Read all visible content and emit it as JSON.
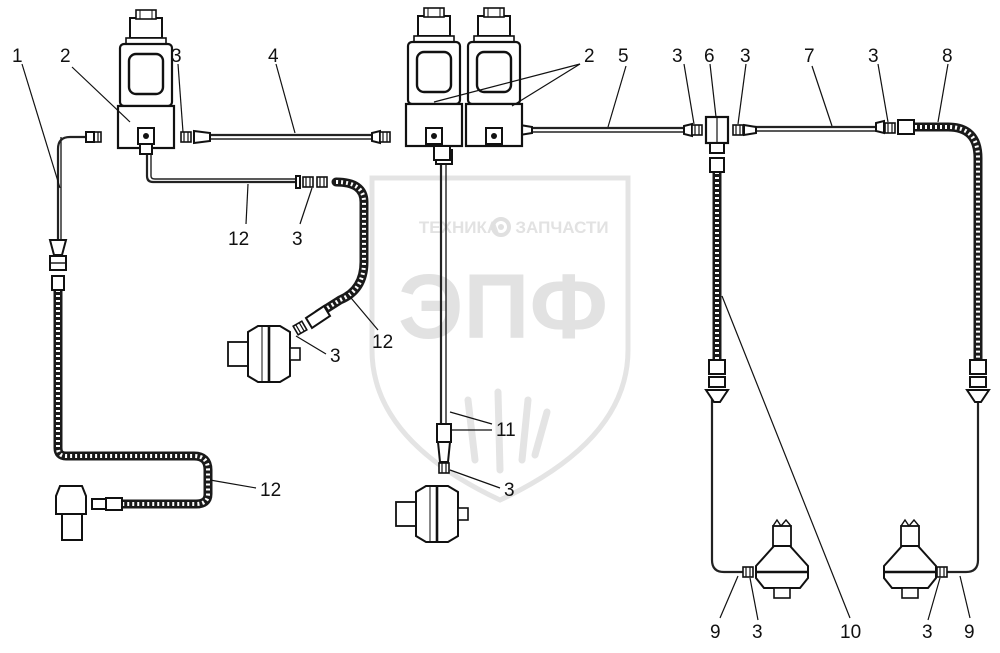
{
  "watermark": {
    "top_line_left": "ТЕХНИКА",
    "top_line_right": "ЗАПЧАСТИ",
    "logo": "ЭПФ",
    "gear_icon": "gear-icon",
    "wheat_icon": "wheat-icon",
    "color": "#e2e2e2"
  },
  "callouts": [
    {
      "id": "c1",
      "text": "1"
    },
    {
      "id": "c2a",
      "text": "2"
    },
    {
      "id": "c3a",
      "text": "3"
    },
    {
      "id": "c4",
      "text": "4"
    },
    {
      "id": "c2b",
      "text": "2"
    },
    {
      "id": "c5",
      "text": "5"
    },
    {
      "id": "c3b",
      "text": "3"
    },
    {
      "id": "c6",
      "text": "6"
    },
    {
      "id": "c3c",
      "text": "3"
    },
    {
      "id": "c7",
      "text": "7"
    },
    {
      "id": "c3d",
      "text": "3"
    },
    {
      "id": "c8",
      "text": "8"
    },
    {
      "id": "c12a",
      "text": "12"
    },
    {
      "id": "c3e",
      "text": "3"
    },
    {
      "id": "c3f",
      "text": "3"
    },
    {
      "id": "c12b",
      "text": "12"
    },
    {
      "id": "c11",
      "text": "11"
    },
    {
      "id": "c3g",
      "text": "3"
    },
    {
      "id": "c12c",
      "text": "12"
    },
    {
      "id": "c9a",
      "text": "9"
    },
    {
      "id": "c3h",
      "text": "3"
    },
    {
      "id": "c10",
      "text": "10"
    },
    {
      "id": "c3i",
      "text": "3"
    },
    {
      "id": "c9b",
      "text": "9"
    }
  ]
}
